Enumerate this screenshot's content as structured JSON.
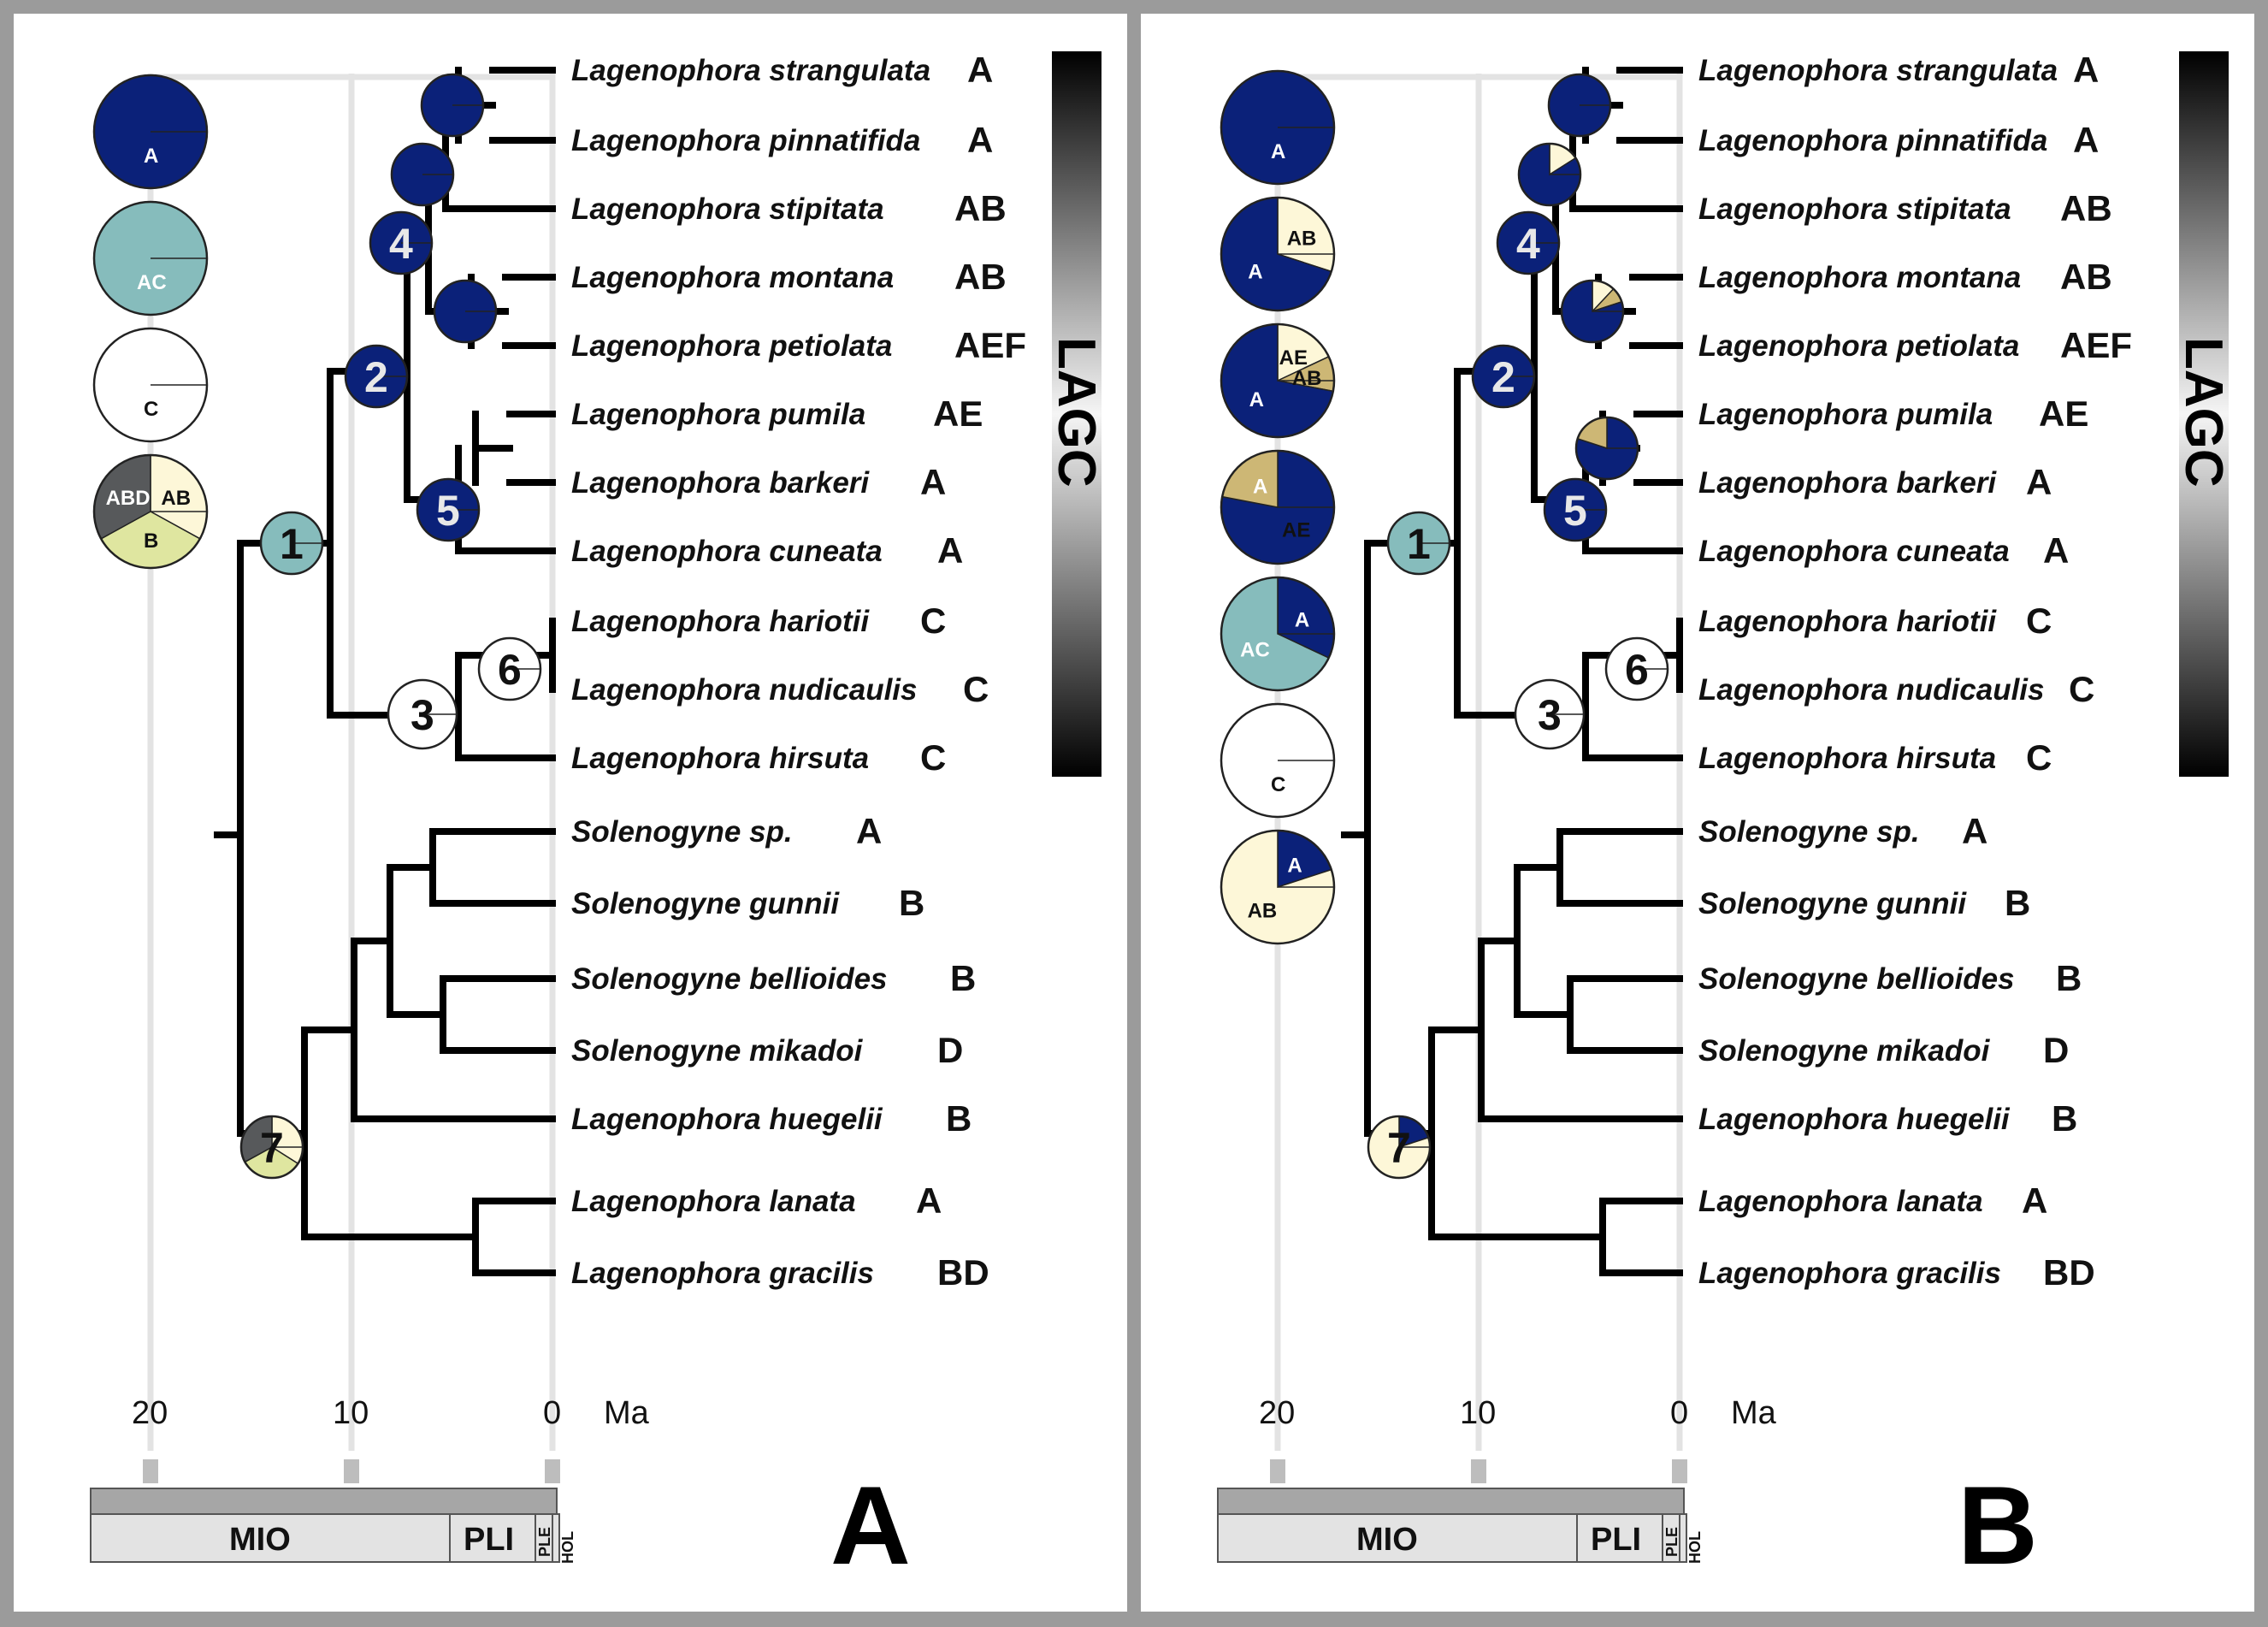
{
  "colors": {
    "A": "#0b2179",
    "AC": "#86bcbc",
    "C": "#ffffff",
    "AB": "#fdf7d8",
    "B": "#dfe6a0",
    "ABD": "#57595b",
    "AE": "#cdb775",
    "background": "#9b9b9b"
  },
  "clade_label": "LAGC",
  "time_axis": {
    "ticks": [
      "20",
      "10",
      "0"
    ],
    "unit": "Ma",
    "ticks_values": [
      20,
      10,
      0
    ]
  },
  "epochs": [
    "MIO",
    "PLI",
    "PLE",
    "HOL"
  ],
  "taxa": [
    {
      "name": "Lagenophora strangulata",
      "area": "A"
    },
    {
      "name": "Lagenophora pinnatifida",
      "area": "A"
    },
    {
      "name": "Lagenophora stipitata",
      "area": "AB"
    },
    {
      "name": "Lagenophora montana",
      "area": "AB"
    },
    {
      "name": "Lagenophora petiolata",
      "area": "AEF"
    },
    {
      "name": "Lagenophora pumila",
      "area": "AE"
    },
    {
      "name": "Lagenophora barkeri",
      "area": "A"
    },
    {
      "name": "Lagenophora cuneata",
      "area": "A"
    },
    {
      "name": "Lagenophora hariotii",
      "area": "C"
    },
    {
      "name": "Lagenophora nudicaulis",
      "area": "C"
    },
    {
      "name": "Lagenophora hirsuta",
      "area": "C"
    },
    {
      "name": "Solenogyne sp.",
      "area": "A"
    },
    {
      "name": "Solenogyne gunnii",
      "area": "B"
    },
    {
      "name": "Solenogyne bellioides",
      "area": "B"
    },
    {
      "name": "Solenogyne mikadoi",
      "area": "D"
    },
    {
      "name": "Lagenophora huegelii",
      "area": "B"
    },
    {
      "name": "Lagenophora lanata",
      "area": "A"
    },
    {
      "name": "Lagenophora gracilis",
      "area": "BD"
    }
  ],
  "node_labels": [
    "1",
    "2",
    "3",
    "4",
    "5",
    "6",
    "7"
  ],
  "panels": [
    {
      "letter": "A",
      "legend": [
        {
          "slices": [
            {
              "area": "A",
              "fraction": 1
            }
          ],
          "labels": [
            {
              "text": "A",
              "color": "#ffffff"
            }
          ]
        },
        {
          "slices": [
            {
              "area": "AC",
              "fraction": 1
            }
          ],
          "labels": [
            {
              "text": "AC",
              "color": "#ffffff"
            }
          ]
        },
        {
          "slices": [
            {
              "area": "C",
              "fraction": 1
            }
          ],
          "labels": [
            {
              "text": "C",
              "color": "#111111"
            }
          ]
        },
        {
          "slices": [
            {
              "area": "AB",
              "fraction": 0.33
            },
            {
              "area": "B",
              "fraction": 0.34
            },
            {
              "area": "ABD",
              "fraction": 0.33
            }
          ],
          "labels": [
            {
              "text": "AB",
              "color": "#111111"
            },
            {
              "text": "B",
              "color": "#111111"
            },
            {
              "text": "ABD",
              "color": "#ffffff"
            }
          ]
        }
      ],
      "nodes": [
        {
          "label": "1",
          "slices": [
            {
              "area": "AC",
              "fraction": 1
            }
          ]
        },
        {
          "label": "2",
          "slices": [
            {
              "area": "A",
              "fraction": 1
            }
          ]
        },
        {
          "label": "3",
          "slices": [
            {
              "area": "C",
              "fraction": 1
            }
          ]
        },
        {
          "label": "4",
          "slices": [
            {
              "area": "A",
              "fraction": 1
            }
          ]
        },
        {
          "label": "5",
          "slices": [
            {
              "area": "A",
              "fraction": 1
            }
          ]
        },
        {
          "label": "6",
          "slices": [
            {
              "area": "C",
              "fraction": 1
            }
          ]
        },
        {
          "label": "7",
          "slices": [
            {
              "area": "AB",
              "fraction": 0.34
            },
            {
              "area": "B",
              "fraction": 0.33
            },
            {
              "area": "ABD",
              "fraction": 0.33
            }
          ]
        }
      ],
      "unlabeled_nodes": [
        {
          "slices": [
            {
              "area": "A",
              "fraction": 1
            }
          ]
        },
        {
          "slices": [
            {
              "area": "A",
              "fraction": 1
            }
          ]
        },
        {
          "slices": [
            {
              "area": "A",
              "fraction": 1
            }
          ]
        }
      ]
    },
    {
      "letter": "B",
      "legend": [
        {
          "slices": [
            {
              "area": "A",
              "fraction": 1
            }
          ],
          "labels": [
            {
              "text": "A",
              "color": "#ffffff"
            }
          ]
        },
        {
          "slices": [
            {
              "area": "AB",
              "fraction": 0.3
            },
            {
              "area": "A",
              "fraction": 0.7
            }
          ],
          "labels": [
            {
              "text": "AB",
              "color": "#111111"
            },
            {
              "text": "A",
              "color": "#ffffff"
            }
          ]
        },
        {
          "slices": [
            {
              "area": "AB",
              "fraction": 0.18
            },
            {
              "area": "AE",
              "fraction": 0.1
            },
            {
              "area": "A",
              "fraction": 0.72
            }
          ],
          "labels": [
            {
              "text": "AE",
              "color": "#111111"
            },
            {
              "text": "AB",
              "color": "#111111"
            },
            {
              "text": "A",
              "color": "#ffffff"
            }
          ]
        },
        {
          "slices": [
            {
              "area": "A",
              "fraction": 0.78
            },
            {
              "area": "AE",
              "fraction": 0.22
            }
          ],
          "labels": [
            {
              "text": "AE",
              "color": "#111111"
            },
            {
              "text": "A",
              "color": "#ffffff"
            }
          ]
        },
        {
          "slices": [
            {
              "area": "A",
              "fraction": 0.32
            },
            {
              "area": "AC",
              "fraction": 0.68
            }
          ],
          "labels": [
            {
              "text": "A",
              "color": "#ffffff"
            },
            {
              "text": "AC",
              "color": "#ffffff"
            }
          ]
        },
        {
          "slices": [
            {
              "area": "C",
              "fraction": 1
            }
          ],
          "labels": [
            {
              "text": "C",
              "color": "#111111"
            }
          ]
        },
        {
          "slices": [
            {
              "area": "A",
              "fraction": 0.2
            },
            {
              "area": "AB",
              "fraction": 0.8
            }
          ],
          "labels": [
            {
              "text": "A",
              "color": "#ffffff"
            },
            {
              "text": "AB",
              "color": "#111111"
            }
          ]
        }
      ],
      "nodes": [
        {
          "label": "1",
          "slices": [
            {
              "area": "AC",
              "fraction": 1
            }
          ]
        },
        {
          "label": "2",
          "slices": [
            {
              "area": "A",
              "fraction": 1
            }
          ]
        },
        {
          "label": "3",
          "slices": [
            {
              "area": "C",
              "fraction": 1
            }
          ]
        },
        {
          "label": "4",
          "slices": [
            {
              "area": "A",
              "fraction": 1
            }
          ]
        },
        {
          "label": "5",
          "slices": [
            {
              "area": "A",
              "fraction": 1
            }
          ]
        },
        {
          "label": "6",
          "slices": [
            {
              "area": "C",
              "fraction": 1
            }
          ]
        },
        {
          "label": "7",
          "slices": [
            {
              "area": "A",
              "fraction": 0.2
            },
            {
              "area": "AB",
              "fraction": 0.8
            }
          ]
        }
      ],
      "unlabeled_nodes": [
        {
          "slices": [
            {
              "area": "A",
              "fraction": 1
            }
          ]
        },
        {
          "slices": [
            {
              "area": "AB",
              "fraction": 0.16
            },
            {
              "area": "A",
              "fraction": 0.84
            }
          ]
        },
        {
          "slices": [
            {
              "area": "AB",
              "fraction": 0.12
            },
            {
              "area": "AE",
              "fraction": 0.08
            },
            {
              "area": "A",
              "fraction": 0.8
            }
          ]
        },
        {
          "slices": [
            {
              "area": "A",
              "fraction": 0.8
            },
            {
              "area": "AE",
              "fraction": 0.2
            }
          ]
        }
      ]
    }
  ]
}
